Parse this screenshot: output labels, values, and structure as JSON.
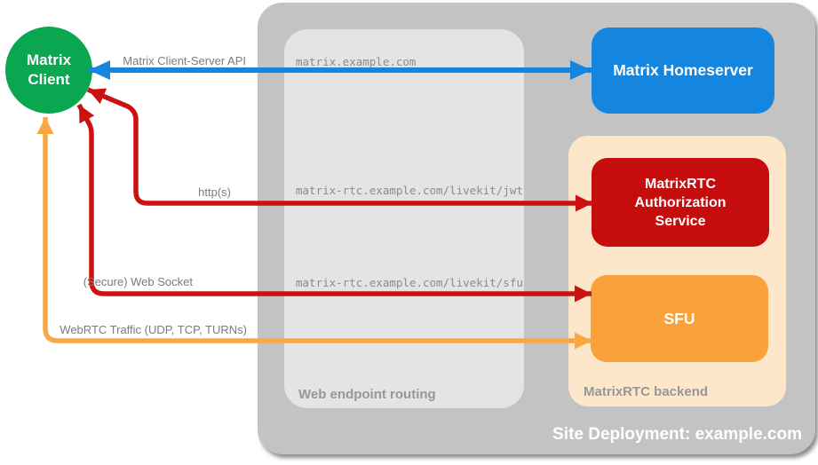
{
  "nodes": {
    "client": {
      "label": "Matrix\nClient",
      "color": "#0BA750"
    },
    "homeserver": {
      "label": "Matrix Homeserver",
      "color": "#1486E0"
    },
    "auth_service": {
      "label": "MatrixRTC Authorization Service",
      "color": "#C60D0D"
    },
    "sfu": {
      "label": "SFU",
      "color": "#F9A23C"
    }
  },
  "containers": {
    "routing": {
      "label": "Web endpoint routing",
      "color": "#E4E4E4"
    },
    "backend": {
      "label": "MatrixRTC backend",
      "color": "#FCE7CA"
    },
    "deployment": {
      "label": "Site Deployment: example.com",
      "color": "#C3C3C3"
    }
  },
  "endpoints": [
    {
      "path": "matrix.example.com"
    },
    {
      "path": "matrix-rtc.example.com/livekit/jwt"
    },
    {
      "path": "matrix-rtc.example.com/livekit/sfu"
    }
  ],
  "arrows": [
    {
      "id": "matrix-client-server-api",
      "label": "Matrix Client-Server API",
      "color": "#1486E0",
      "from": "Matrix Client",
      "to": "Matrix Homeserver",
      "bidirectional": true
    },
    {
      "id": "https",
      "label": "http(s)",
      "color": "#CC1111",
      "from": "Matrix Client",
      "to": "MatrixRTC Authorization Service",
      "bidirectional": true
    },
    {
      "id": "secure-web-socket",
      "label": "(Secure) Web Socket",
      "color": "#CC1111",
      "from": "Matrix Client",
      "to": "SFU",
      "bidirectional": true
    },
    {
      "id": "webrtc-traffic",
      "label": "WebRTC Traffic (UDP, TCP, TURNs)",
      "color": "#F9A845",
      "from": "Matrix Client",
      "to": "SFU",
      "bidirectional": true
    }
  ]
}
